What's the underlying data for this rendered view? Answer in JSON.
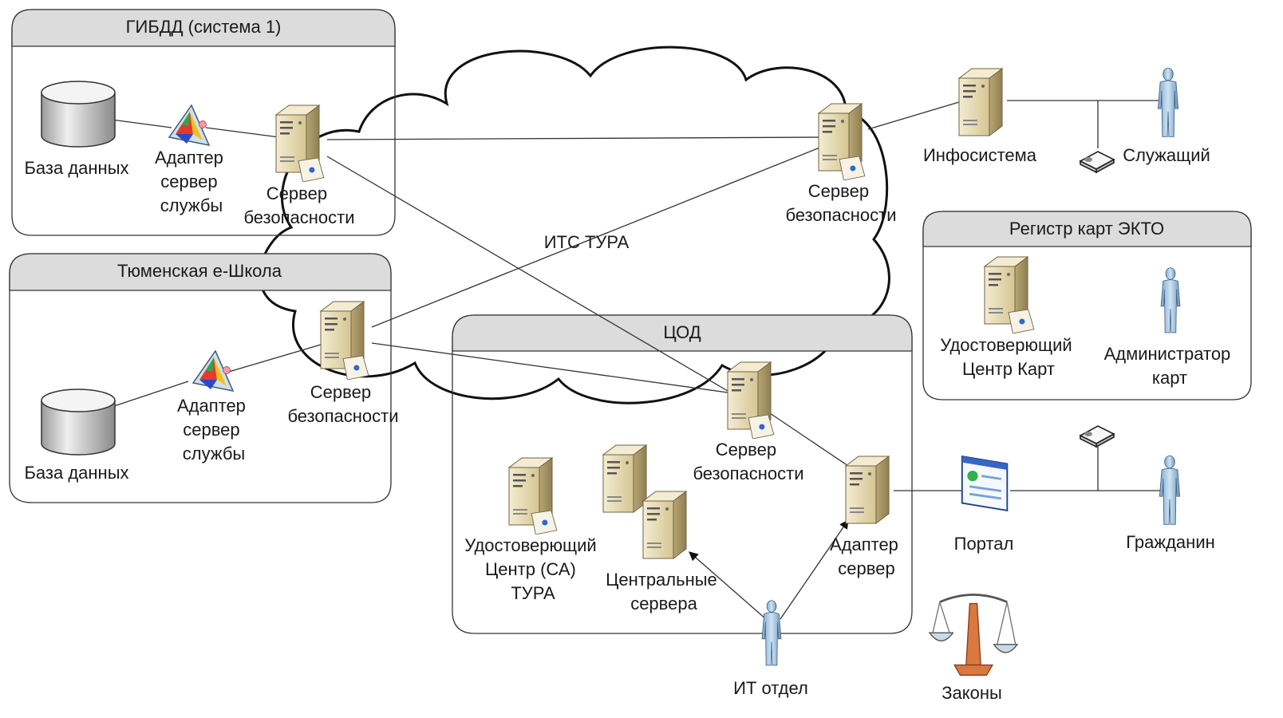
{
  "groups": {
    "gibdd": "ГИБДД (система 1)",
    "eschool": "Тюменская е-Школа",
    "cod": "ЦОД",
    "registry": "Регистр карт ЭКТО"
  },
  "network": {
    "label": "ИТС ТУРА"
  },
  "gibdd": {
    "db": "База данных",
    "adapter": [
      "Адаптер",
      "сервер",
      "службы"
    ],
    "security": [
      "Сервер",
      "безопасности"
    ]
  },
  "eschool": {
    "db": "База данных",
    "adapter": [
      "Адаптер",
      "сервер",
      "службы"
    ],
    "security": [
      "Сервер",
      "безопасности"
    ]
  },
  "infosys": {
    "security": [
      "Сервер",
      "безопасности"
    ],
    "server": "Инфосистема",
    "employee": "Служащий"
  },
  "registry": {
    "ca": [
      "Удостоверющий",
      "Центр Карт"
    ],
    "admin": [
      "Администратор",
      "карт"
    ]
  },
  "cod": {
    "security": [
      "Сервер",
      "безопасности"
    ],
    "ca": [
      "Удостоверющий",
      "Центр (СА)",
      "ТУРА"
    ],
    "central": [
      "Центральные",
      "сервера"
    ],
    "adapter": [
      "Адаптер",
      "сервер"
    ]
  },
  "outside": {
    "portal": "Портал",
    "citizen": "Гражданин",
    "it": "ИТ отдел",
    "laws": "Законы"
  },
  "colors": {
    "group_fill": "#ffffff",
    "group_header": "#dcdcdc",
    "server_body": "#e6d9b0",
    "person": "#a9cbe6",
    "database": "#d0d0d0"
  }
}
